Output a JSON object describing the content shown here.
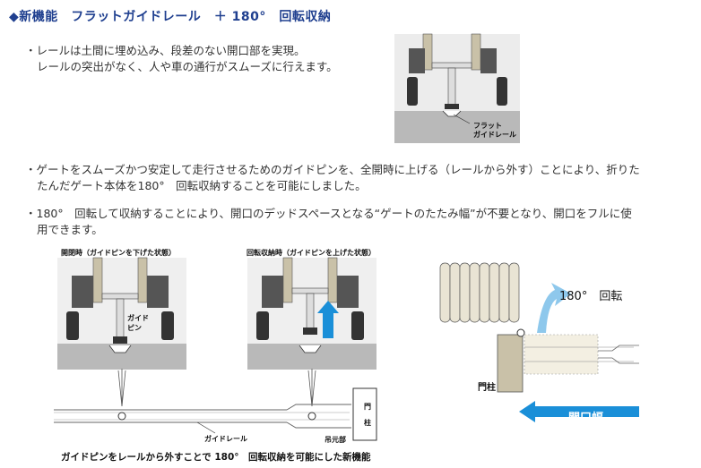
{
  "title": "◆新機能　フラットガイドレール　＋ 180°　回転収納",
  "bullets": [
    {
      "marker": "・",
      "lines": [
        "レールは土間に埋め込み、段差のない開口部を実現。",
        "レールの突出がなく、人や車の通行がスムーズに行えます。"
      ]
    },
    {
      "marker": "・",
      "lines": [
        "ゲートをスムーズかつ安定して走行させるためのガイドピンを、全開時に上げる（レールから外す）ことにより、折りた",
        "たんだゲート本体を180°　回転収納することを可能にしました。"
      ]
    },
    {
      "marker": "・",
      "lines": [
        "180°　回転して収納することにより、開口のデッドスペースとなる“ゲートのたたみ幅”が不要となり、開口をフルに使",
        "用できます。"
      ]
    }
  ],
  "fig_top": {
    "label_line1": "フラット",
    "label_line2": "ガイドレール"
  },
  "fig_left": {
    "header": "開閉時（ガイドピンを下げた状態）",
    "guide_pin_line1": "ガイド",
    "guide_pin_line2": "ピン"
  },
  "fig_mid": {
    "header": "回転収納時（ガイドピンを上げた状態）"
  },
  "fig_bottom": {
    "guide_rail": "ガイドレール",
    "hinge": "吊元部",
    "post_char1": "門",
    "post_char2": "柱"
  },
  "caption": "ガイドピンをレールから外すことで 180°　回転収納を可能にした新機能",
  "fig_right": {
    "rotate_label": "180°　回転",
    "post_label": "門柱",
    "opening_label": "開口幅"
  },
  "colors": {
    "title": "#1f3f8f",
    "arrow_blue": "#1a8fd8",
    "arrow_light": "#8ec8ec",
    "concrete": "#b9b9b9",
    "post": "#c9c1a8",
    "panel": "#e9e4d4"
  }
}
